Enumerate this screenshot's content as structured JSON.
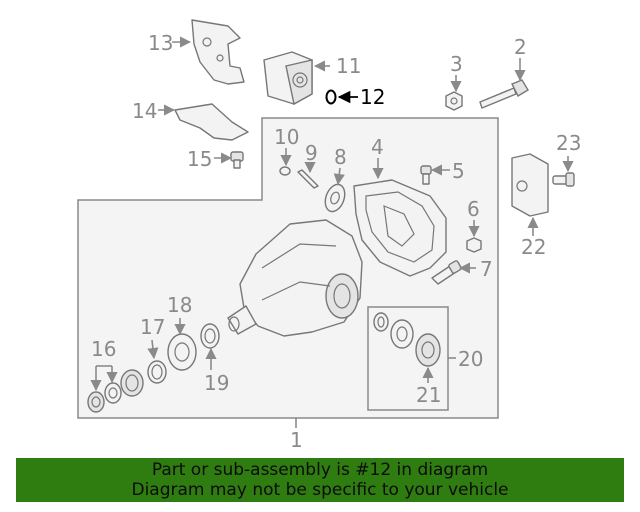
{
  "diagram": {
    "callouts": [
      "1",
      "2",
      "3",
      "4",
      "5",
      "6",
      "7",
      "8",
      "9",
      "10",
      "11",
      "12",
      "13",
      "14",
      "15",
      "16",
      "17",
      "18",
      "19",
      "20",
      "21",
      "22",
      "23"
    ],
    "highlighted_part": "12"
  },
  "banner": {
    "line1": "Part or sub-assembly is #12 in diagram",
    "line2": "Diagram may not be specific to your vehicle",
    "background": "#2f7d10"
  }
}
